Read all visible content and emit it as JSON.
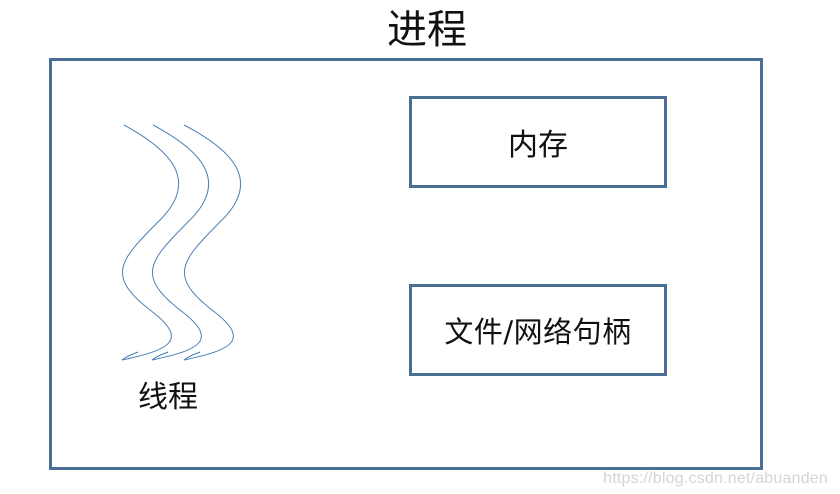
{
  "diagram": {
    "title": "进程",
    "memory_label": "内存",
    "handle_label": "文件/网络句柄",
    "thread_label": "线程"
  },
  "watermark": "https://blog.csdn.net/abuanden",
  "colors": {
    "box_border": "#4a6e94",
    "thread_stroke": "#4a7fb5"
  }
}
